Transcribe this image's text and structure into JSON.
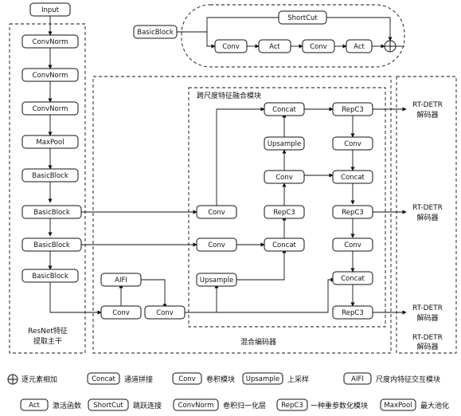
{
  "nodes": {
    "input": "Input",
    "cn1": "ConvNorm",
    "cn2": "ConvNorm",
    "cn3": "ConvNorm",
    "maxpool": "MaxPool",
    "bb1": "BasicBlock",
    "bb2": "BasicBlock",
    "bb3": "BasicBlock",
    "bb4": "BasicBlock",
    "conv_bottom1": "Conv",
    "aifi": "AIFI",
    "conv_bottom2": "Conv",
    "upsample_low": "Upsample",
    "conv_mid1": "Conv",
    "conv_mid2": "Conv",
    "concat_c1": "Concat",
    "repc3_c1": "RepC3",
    "conv_c1": "Conv",
    "upsample_c1": "Upsample",
    "concat_top": "Concat",
    "repc3_top": "RepC3",
    "conv_c2a": "Conv",
    "concat_c2a": "Concat",
    "repc3_c2": "RepC3",
    "conv_c2b": "Conv",
    "concat_c2b": "Concat",
    "repc3_c2b": "RepC3",
    "bb_legend": "BasicBlock",
    "shortcut": "ShortCut",
    "sc_conv1": "Conv",
    "sc_act1": "Act",
    "sc_conv2": "Conv",
    "sc_act2": "Act"
  },
  "labels": {
    "resnet_line1": "ResNet特征",
    "resnet_line2": "提取主干",
    "cross_scale": "跨尺度特征融合模块",
    "hybrid_encoder": "混合编码器",
    "rtdetr_bottom": "RT-DETR",
    "rtdetr_bottom2": "解码器"
  },
  "decoders": [
    {
      "line1": "RT-DETR",
      "line2": "解码器"
    },
    {
      "line1": "RT-DETR",
      "line2": "解码器"
    },
    {
      "line1": "RT-DETR",
      "line2": "解码器"
    }
  ],
  "legend": [
    {
      "box": "",
      "desc": "逐元素相加"
    },
    {
      "box": "Concat",
      "desc": "通道拼接"
    },
    {
      "box": "Conv",
      "desc": "卷积模块"
    },
    {
      "box": "Upsample",
      "desc": "上采样"
    },
    {
      "box": "AIFI",
      "desc": "尺度内特征交互模块"
    },
    {
      "box": "Act",
      "desc": "激活函数"
    },
    {
      "box": "ShortCut",
      "desc": "跳跃连接"
    },
    {
      "box": "ConvNorm",
      "desc": "卷积归一化层"
    },
    {
      "box": "RepC3",
      "desc": "一种重参数化模块"
    },
    {
      "box": "MaxPool",
      "desc": "最大池化"
    }
  ]
}
